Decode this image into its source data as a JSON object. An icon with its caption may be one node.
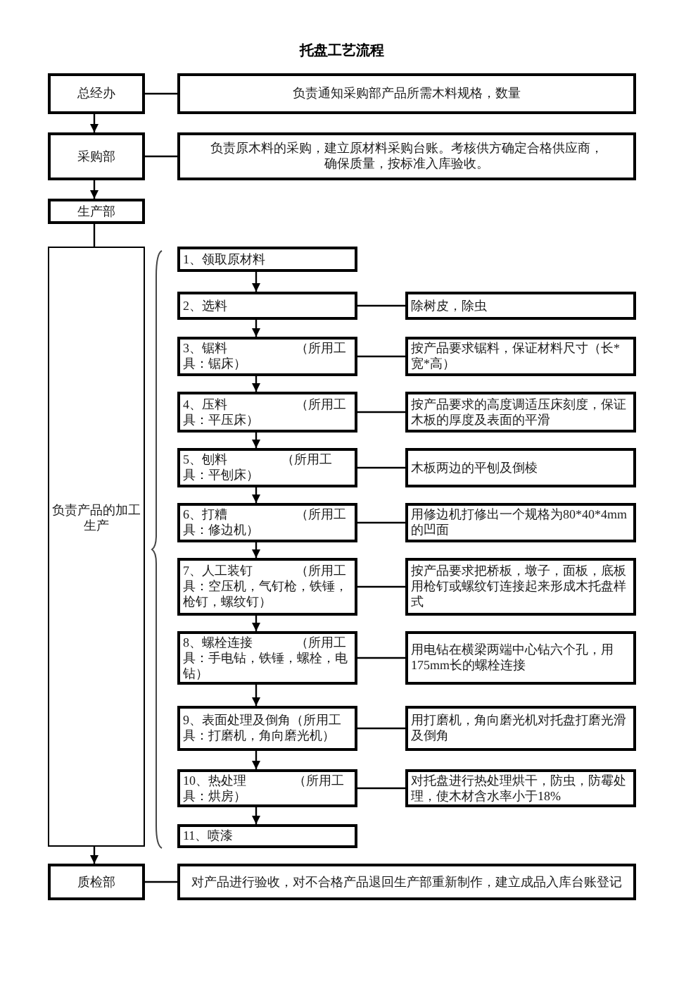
{
  "diagram": {
    "title": "托盘工艺流程",
    "nodes": [
      {
        "text": [
          "总经办"
        ]
      },
      {
        "text": [
          "负责通知采购部产品所需木料规格，数量"
        ]
      },
      {
        "text": [
          "采购部"
        ]
      },
      {
        "text": [
          "负责原木料的采购，建立原材料采购台账。考核供方确定合格供应商，确保质量，按标准入库验收。"
        ]
      },
      {
        "text": [
          "生产部"
        ]
      },
      {
        "text": [
          "负责产品的加工生产"
        ]
      },
      {
        "text": [
          "1、领取原材料"
        ]
      },
      {
        "text": [
          "2、选料"
        ]
      },
      {
        "text": [
          "除树皮，除虫"
        ]
      },
      {
        "text": [
          "3、锯料 （所用工具：锯床）"
        ]
      },
      {
        "text": [
          "按产品要求锯料，保证材料尺寸（长*宽*高）"
        ]
      },
      {
        "text": [
          "4、压料 （所用工具：平压床）"
        ]
      },
      {
        "text": [
          "按产品要求的高度调适压床刻度，保证木板的厚度及表面的平滑"
        ]
      },
      {
        "text": [
          "5、刨料 （所用工具：平刨床）"
        ]
      },
      {
        "text": [
          "木板两边的平刨及倒棱"
        ]
      },
      {
        "text": [
          "6、打糟 （所用工具：修边机）"
        ]
      },
      {
        "text": [
          "用修边机打修出一个规格为80*40*4mm的凹面"
        ]
      },
      {
        "text": [
          "7、人工装钉 （所用工具：空压机，气钉枪，铁锤，枪钉，螺纹钉）"
        ]
      },
      {
        "text": [
          "按产品要求把桥板，墩子，面板，底板用枪钉或螺纹钉连接起来形成木托盘样式"
        ]
      },
      {
        "text": [
          "8、螺栓连接 （所用工具：手电钻，铁锤，螺栓，电钻）"
        ]
      },
      {
        "text": [
          "用电钻在横梁两端中心钻六个孔，用175mm长的螺栓连接"
        ]
      },
      {
        "text": [
          "9、表面处理及倒角（所用工具：打磨机，角向磨光机）"
        ]
      },
      {
        "text": [
          "用打磨机，角向磨光机对托盘打磨光滑及倒角"
        ]
      },
      {
        "text": [
          "10、热处理 （所用工具：烘房）"
        ]
      },
      {
        "text": [
          "对托盘进行热处理烘干，防虫，防霉处理，使木材含水率小于18%"
        ]
      },
      {
        "text": [
          "11、喷漆"
        ]
      },
      {
        "text": [
          "质检部"
        ]
      },
      {
        "text": [
          "对产品进行验收，对不合格产品退回生产部重新制作，建立成品入库台账登记"
        ]
      }
    ],
    "edges": [
      {
        "from": 0,
        "to": 1,
        "arrow": "none"
      },
      {
        "from": 0,
        "to": 2,
        "arrow": "to"
      },
      {
        "from": 2,
        "to": 3,
        "arrow": "none"
      },
      {
        "from": 2,
        "to": 4,
        "arrow": "to"
      },
      {
        "from": 4,
        "to": 5,
        "arrow": "none"
      },
      {
        "from": 6,
        "to": 7,
        "arrow": "to"
      },
      {
        "from": 7,
        "to": 8,
        "arrow": "none"
      },
      {
        "from": 7,
        "to": 9,
        "arrow": "to"
      },
      {
        "from": 9,
        "to": 10,
        "arrow": "none"
      },
      {
        "from": 9,
        "to": 11,
        "arrow": "to"
      },
      {
        "from": 11,
        "to": 12,
        "arrow": "none"
      },
      {
        "from": 11,
        "to": 13,
        "arrow": "to"
      },
      {
        "from": 13,
        "to": 14,
        "arrow": "none"
      },
      {
        "from": 13,
        "to": 15,
        "arrow": "to"
      },
      {
        "from": 15,
        "to": 16,
        "arrow": "none"
      },
      {
        "from": 15,
        "to": 17,
        "arrow": "to"
      },
      {
        "from": 17,
        "to": 18,
        "arrow": "none"
      },
      {
        "from": 17,
        "to": 19,
        "arrow": "to"
      },
      {
        "from": 19,
        "to": 20,
        "arrow": "none"
      },
      {
        "from": 19,
        "to": 21,
        "arrow": "to"
      },
      {
        "from": 21,
        "to": 22,
        "arrow": "none"
      },
      {
        "from": 21,
        "to": 23,
        "arrow": "to"
      },
      {
        "from": 23,
        "to": 24,
        "arrow": "none"
      },
      {
        "from": 23,
        "to": 25,
        "arrow": "to"
      },
      {
        "from": 5,
        "to": 26,
        "arrow": "to"
      },
      {
        "from": 26,
        "to": 27,
        "arrow": "none"
      }
    ]
  }
}
